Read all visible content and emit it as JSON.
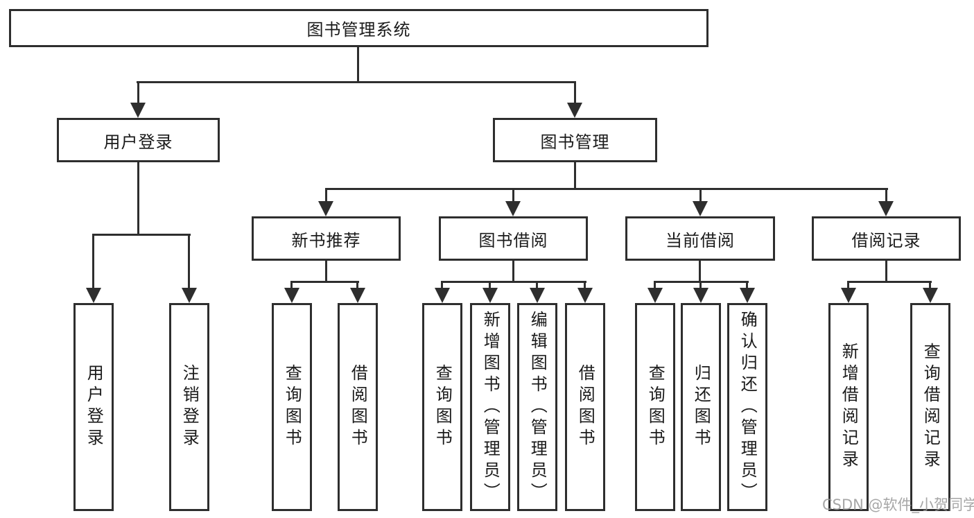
{
  "tree": {
    "root": {
      "label": "图书管理系统"
    },
    "branches": [
      {
        "label": "用户登录",
        "children": [
          {
            "label": "用户登录"
          },
          {
            "label": "注销登录"
          }
        ]
      },
      {
        "label": "图书管理",
        "children": [
          {
            "label": "新书推荐",
            "children": [
              {
                "label": "查询图书"
              },
              {
                "label": "借阅图书"
              }
            ]
          },
          {
            "label": "图书借阅",
            "children": [
              {
                "label": "查询图书"
              },
              {
                "label": "新增图书（管理员）"
              },
              {
                "label": "编辑图书（管理员）"
              },
              {
                "label": "借阅图书"
              }
            ]
          },
          {
            "label": "当前借阅",
            "children": [
              {
                "label": "查询图书"
              },
              {
                "label": "归还图书"
              },
              {
                "label": "确认归还（管理员）"
              }
            ]
          },
          {
            "label": "借阅记录",
            "children": [
              {
                "label": "新增借阅记录"
              },
              {
                "label": "查询借阅记录"
              }
            ]
          }
        ]
      }
    ]
  },
  "watermark": {
    "text": "CSDN @软件_小贺同学"
  },
  "colors": {
    "line": "#2e2e2e",
    "box_background": "#ffffff",
    "text": "#1a1a1a",
    "watermark": "#969696"
  }
}
